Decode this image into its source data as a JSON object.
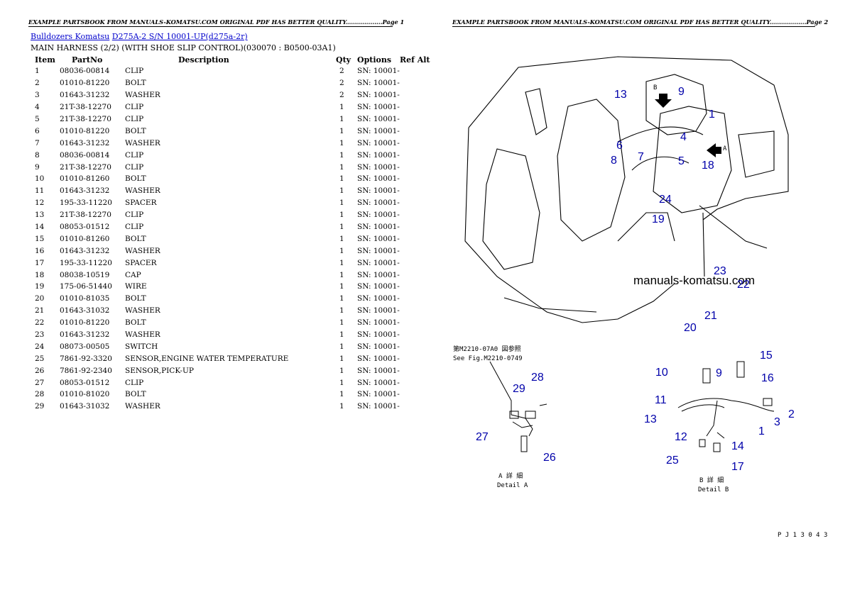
{
  "header": {
    "page1": "EXAMPLE PARTSBOOK FROM MANUALS-KOMATSU.COM ORIGINAL PDF HAS BETTER QUALITY..................Page 1",
    "page2": "EXAMPLE PARTSBOOK FROM MANUALS-KOMATSU.COM ORIGINAL PDF HAS BETTER QUALITY..................Page 2"
  },
  "breadcrumb": {
    "link1": "Bulldozers Komatsu",
    "link2": "D275A-2 S/N 10001-UP(d275a-2r)"
  },
  "section_title": "MAIN HARNESS (2/2) (WITH SHOE SLIP CONTROL)(030070 : B0500-03A1)",
  "columns": {
    "item": "Item",
    "partno": "PartNo",
    "description": "Description",
    "qty": "Qty",
    "options": "Options",
    "refalt": "Ref Alt"
  },
  "rows": [
    {
      "item": "1",
      "partno": "08036-00814",
      "desc": "CLIP",
      "qty": "2",
      "opt": "SN: 10001-"
    },
    {
      "item": "2",
      "partno": "01010-81220",
      "desc": "BOLT",
      "qty": "2",
      "opt": "SN: 10001-"
    },
    {
      "item": "3",
      "partno": "01643-31232",
      "desc": "WASHER",
      "qty": "2",
      "opt": "SN: 10001-"
    },
    {
      "item": "4",
      "partno": "21T-38-12270",
      "desc": "CLIP",
      "qty": "1",
      "opt": "SN: 10001-"
    },
    {
      "item": "5",
      "partno": "21T-38-12270",
      "desc": "CLIP",
      "qty": "1",
      "opt": "SN: 10001-"
    },
    {
      "item": "6",
      "partno": "01010-81220",
      "desc": "BOLT",
      "qty": "1",
      "opt": "SN: 10001-"
    },
    {
      "item": "7",
      "partno": "01643-31232",
      "desc": "WASHER",
      "qty": "1",
      "opt": "SN: 10001-"
    },
    {
      "item": "8",
      "partno": "08036-00814",
      "desc": "CLIP",
      "qty": "1",
      "opt": "SN: 10001-"
    },
    {
      "item": "9",
      "partno": "21T-38-12270",
      "desc": "CLIP",
      "qty": "1",
      "opt": "SN: 10001-"
    },
    {
      "item": "10",
      "partno": "01010-81260",
      "desc": "BOLT",
      "qty": "1",
      "opt": "SN: 10001-"
    },
    {
      "item": "11",
      "partno": "01643-31232",
      "desc": "WASHER",
      "qty": "1",
      "opt": "SN: 10001-"
    },
    {
      "item": "12",
      "partno": "195-33-11220",
      "desc": "SPACER",
      "qty": "1",
      "opt": "SN: 10001-"
    },
    {
      "item": "13",
      "partno": "21T-38-12270",
      "desc": "CLIP",
      "qty": "1",
      "opt": "SN: 10001-"
    },
    {
      "item": "14",
      "partno": "08053-01512",
      "desc": "CLIP",
      "qty": "1",
      "opt": "SN: 10001-"
    },
    {
      "item": "15",
      "partno": "01010-81260",
      "desc": "BOLT",
      "qty": "1",
      "opt": "SN: 10001-"
    },
    {
      "item": "16",
      "partno": "01643-31232",
      "desc": "WASHER",
      "qty": "1",
      "opt": "SN: 10001-"
    },
    {
      "item": "17",
      "partno": "195-33-11220",
      "desc": "SPACER",
      "qty": "1",
      "opt": "SN: 10001-"
    },
    {
      "item": "18",
      "partno": "08038-10519",
      "desc": "CAP",
      "qty": "1",
      "opt": "SN: 10001-"
    },
    {
      "item": "19",
      "partno": "175-06-51440",
      "desc": "WIRE",
      "qty": "1",
      "opt": "SN: 10001-"
    },
    {
      "item": "20",
      "partno": "01010-81035",
      "desc": "BOLT",
      "qty": "1",
      "opt": "SN: 10001-"
    },
    {
      "item": "21",
      "partno": "01643-31032",
      "desc": "WASHER",
      "qty": "1",
      "opt": "SN: 10001-"
    },
    {
      "item": "22",
      "partno": "01010-81220",
      "desc": "BOLT",
      "qty": "1",
      "opt": "SN: 10001-"
    },
    {
      "item": "23",
      "partno": "01643-31232",
      "desc": "WASHER",
      "qty": "1",
      "opt": "SN: 10001-"
    },
    {
      "item": "24",
      "partno": "08073-00505",
      "desc": "SWITCH",
      "qty": "1",
      "opt": "SN: 10001-"
    },
    {
      "item": "25",
      "partno": "7861-92-3320",
      "desc": "SENSOR,ENGINE WATER TEMPERATURE",
      "qty": "1",
      "opt": "SN: 10001-"
    },
    {
      "item": "26",
      "partno": "7861-92-2340",
      "desc": "SENSOR,PICK-UP",
      "qty": "1",
      "opt": "SN: 10001-"
    },
    {
      "item": "27",
      "partno": "08053-01512",
      "desc": "CLIP",
      "qty": "1",
      "opt": "SN: 10001-"
    },
    {
      "item": "28",
      "partno": "01010-81020",
      "desc": "BOLT",
      "qty": "1",
      "opt": "SN: 10001-"
    },
    {
      "item": "29",
      "partno": "01643-31032",
      "desc": "WASHER",
      "qty": "1",
      "opt": "SN: 10001-"
    }
  ],
  "diagram": {
    "watermark": "manuals-komatsu.com",
    "detail_a_jp": "A 詳 細",
    "detail_a_en": "Detail A",
    "detail_b_jp": "B 詳 細",
    "detail_b_en": "Detail B",
    "see_fig_jp": "第M2210-07A0 図参照",
    "see_fig_en": "See Fig.M2210-0749",
    "figure_id": "P J 1 3 0 4 3",
    "arrow_a": "A",
    "arrow_b": "B",
    "callouts": [
      "13",
      "9",
      "1",
      "6",
      "4",
      "7",
      "8",
      "5",
      "18",
      "24",
      "19",
      "23",
      "22",
      "21",
      "20",
      "29",
      "28",
      "27",
      "26",
      "10",
      "9",
      "15",
      "16",
      "11",
      "13",
      "2",
      "3",
      "12",
      "1",
      "14",
      "25",
      "17"
    ]
  }
}
